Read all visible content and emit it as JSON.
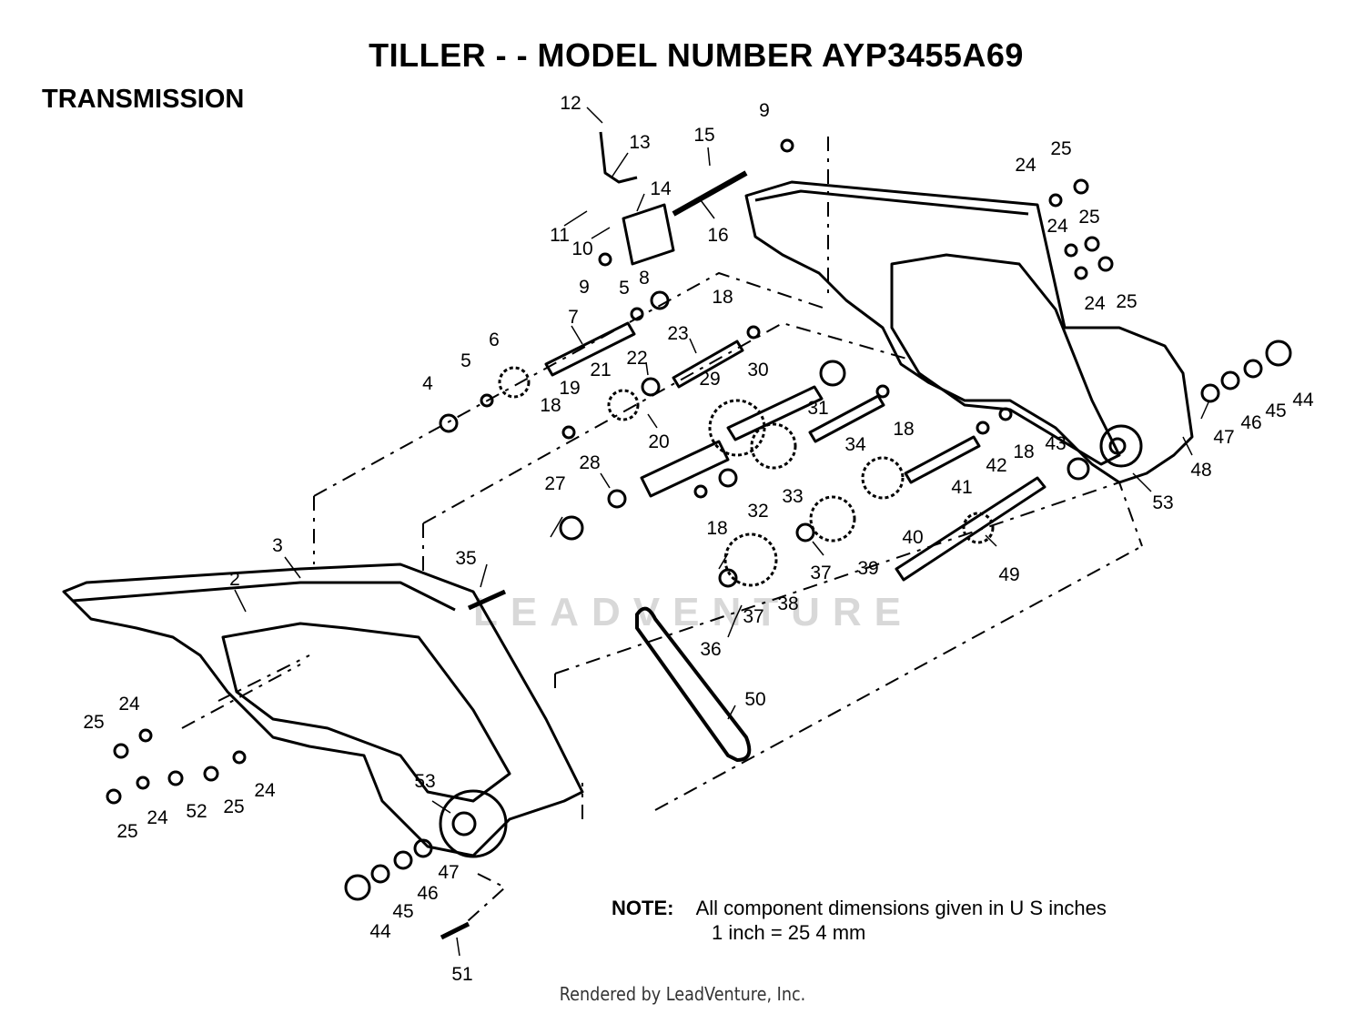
{
  "header": {
    "title": "TILLER - - MODEL NUMBER AYP3455A69",
    "section": "TRANSMISSION"
  },
  "watermark": "LEADVENTURE",
  "note": {
    "label": "NOTE:",
    "line1": "All component dimensions given in U S  inches",
    "line2": "1 inch = 25 4 mm"
  },
  "footer": "Rendered by LeadVenture, Inc.",
  "callouts": {
    "c2": "2",
    "c3": "3",
    "c4": "4",
    "c5a": "5",
    "c5b": "5",
    "c6": "6",
    "c7": "7",
    "c8": "8",
    "c9a": "9",
    "c9b": "9",
    "c10": "10",
    "c11": "11",
    "c12": "12",
    "c13": "13",
    "c14": "14",
    "c15": "15",
    "c16": "16",
    "c18a": "18",
    "c18b": "18",
    "c18c": "18",
    "c18d": "18",
    "c18e": "18",
    "c19": "19",
    "c20": "20",
    "c21": "21",
    "c22": "22",
    "c23": "23",
    "c24a": "24",
    "c24b": "24",
    "c24c": "24",
    "c24d": "24",
    "c24e": "24",
    "c24f": "24",
    "c25a": "25",
    "c25b": "25",
    "c25c": "25",
    "c25d": "25",
    "c25e": "25",
    "c25f": "25",
    "c27": "27",
    "c28": "28",
    "c29": "29",
    "c30": "30",
    "c31": "31",
    "c32": "32",
    "c33": "33",
    "c34": "34",
    "c35": "35",
    "c36": "36",
    "c37a": "37",
    "c37b": "37",
    "c38": "38",
    "c39": "39",
    "c40": "40",
    "c41": "41",
    "c42": "42",
    "c43": "43",
    "c44a": "44",
    "c44b": "44",
    "c45a": "45",
    "c45b": "45",
    "c46a": "46",
    "c46b": "46",
    "c47a": "47",
    "c47b": "47",
    "c48": "48",
    "c49": "49",
    "c50": "50",
    "c51": "51",
    "c52": "52",
    "c53a": "53",
    "c53b": "53"
  }
}
